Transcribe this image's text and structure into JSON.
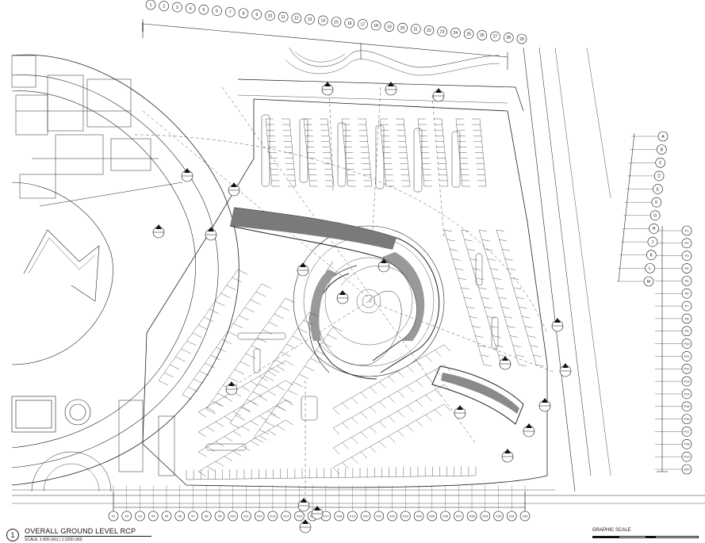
{
  "drawing": {
    "title_number": "1",
    "title": "OVERALL GROUND LEVEL RCP",
    "scale_note": "SCALE: 1:600 (A1) | 1:1200 (A3)",
    "graphic_scale_label": "GRAPHIC SCALE"
  },
  "grid": {
    "top_labels": [
      "1",
      "2",
      "3",
      "4",
      "5",
      "6",
      "7",
      "8",
      "9",
      "10",
      "11",
      "12",
      "13",
      "14",
      "15",
      "16",
      "17",
      "18",
      "19",
      "20",
      "21",
      "22",
      "23",
      "24",
      "25",
      "26",
      "27",
      "28",
      "29"
    ],
    "bottom_labels": [
      "X1",
      "X2",
      "X3",
      "X4",
      "X5",
      "X6",
      "X7",
      "X8",
      "X9",
      "X10",
      "X11",
      "X12",
      "X13",
      "X14",
      "X15",
      "X16",
      "X17",
      "X18",
      "X19",
      "X20",
      "X21",
      "X22",
      "X23",
      "X24",
      "X25",
      "X26",
      "X27",
      "X28",
      "X29",
      "X30",
      "X31",
      "X32"
    ],
    "right_upper_labels": [
      "A",
      "B",
      "C",
      "D",
      "E",
      "F",
      "G",
      "H",
      "J",
      "K",
      "L",
      "M"
    ],
    "right_lower_labels": [
      "P1",
      "P2",
      "P3",
      "P4",
      "P5",
      "P6",
      "P7",
      "P8",
      "P9",
      "P10",
      "P11",
      "P12",
      "P13",
      "P14",
      "P15",
      "P16",
      "P17",
      "P18",
      "P19",
      "P20"
    ]
  },
  "colors": {
    "line": "#1a1a1a",
    "light": "#8a8a8a",
    "fill": "#7a7a7a"
  }
}
